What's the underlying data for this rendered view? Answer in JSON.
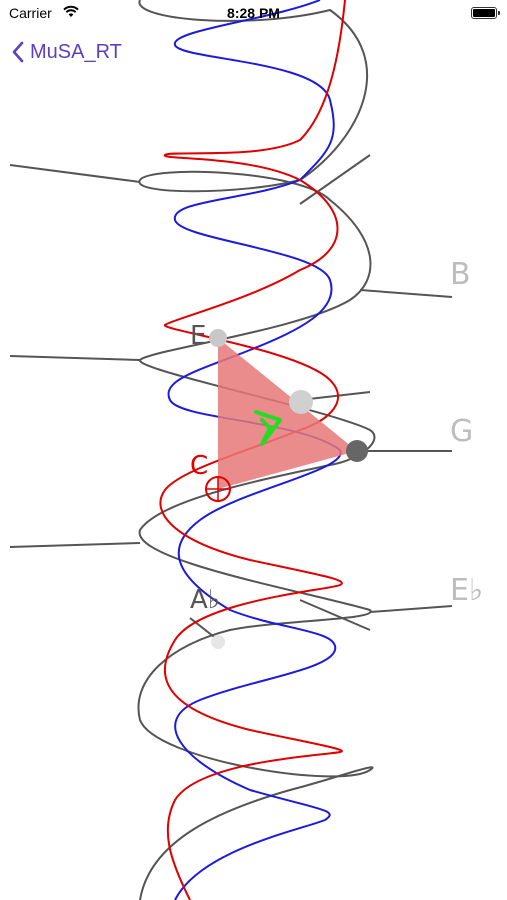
{
  "status_bar": {
    "carrier": "Carrier",
    "time": "8:28 PM"
  },
  "nav": {
    "back_label": "MuSA_RT"
  },
  "helix": {
    "key_labels": [
      "B",
      "G",
      "E♭"
    ],
    "pitch_labels": [
      "E",
      "C",
      "A♭"
    ],
    "colors": {
      "pitch_helix": "#555555",
      "major_helix": "#e00000",
      "minor_helix": "#1a1ae0",
      "chord_triangle": "#e87878",
      "center": "#22dd22"
    }
  }
}
